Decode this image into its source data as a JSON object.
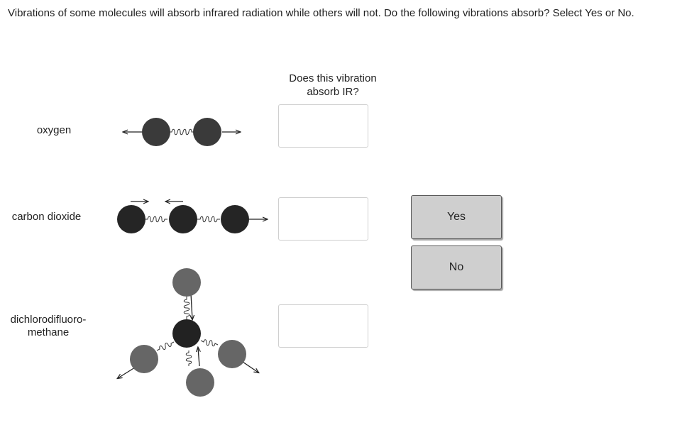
{
  "instructions": "Vibrations of some molecules will absorb infrared radiation while others will not. Do the following vibrations absorb? Select Yes or No.",
  "column_header": {
    "line1": "Does this vibration",
    "line2": "absorb IR?"
  },
  "rows": [
    {
      "label": "oxygen"
    },
    {
      "label": "carbon dioxide"
    },
    {
      "label_line1": "dichlorodifluoro-",
      "label_line2": "methane"
    }
  ],
  "choices": {
    "yes": "Yes",
    "no": "No"
  },
  "colors": {
    "atom_dark": "#2b2b2b",
    "atom_gray": "#666666",
    "choice_bg": "#cfcfcf"
  }
}
